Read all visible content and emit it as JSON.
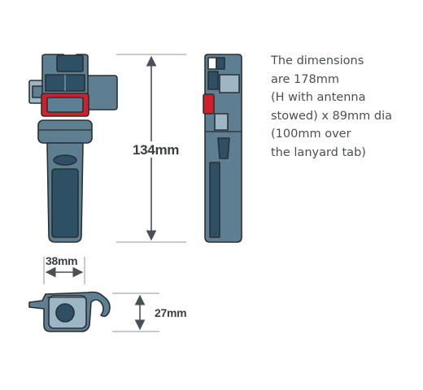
{
  "dimensions": {
    "height_label": "134mm",
    "width_label": "38mm",
    "depth_label": "27mm"
  },
  "description": {
    "lines": [
      "The dimensions",
      "are 178mm",
      "(H with antenna",
      "stowed) x 89mm dia",
      "(100mm over",
      "the lanyard tab)"
    ]
  },
  "colors": {
    "body_dark": "#2e5064",
    "body_mid": "#5e7e92",
    "body_light": "#9db6c6",
    "accent_red": "#d0202a",
    "outline": "#2a3034",
    "dimension_line": "#8e959a"
  }
}
